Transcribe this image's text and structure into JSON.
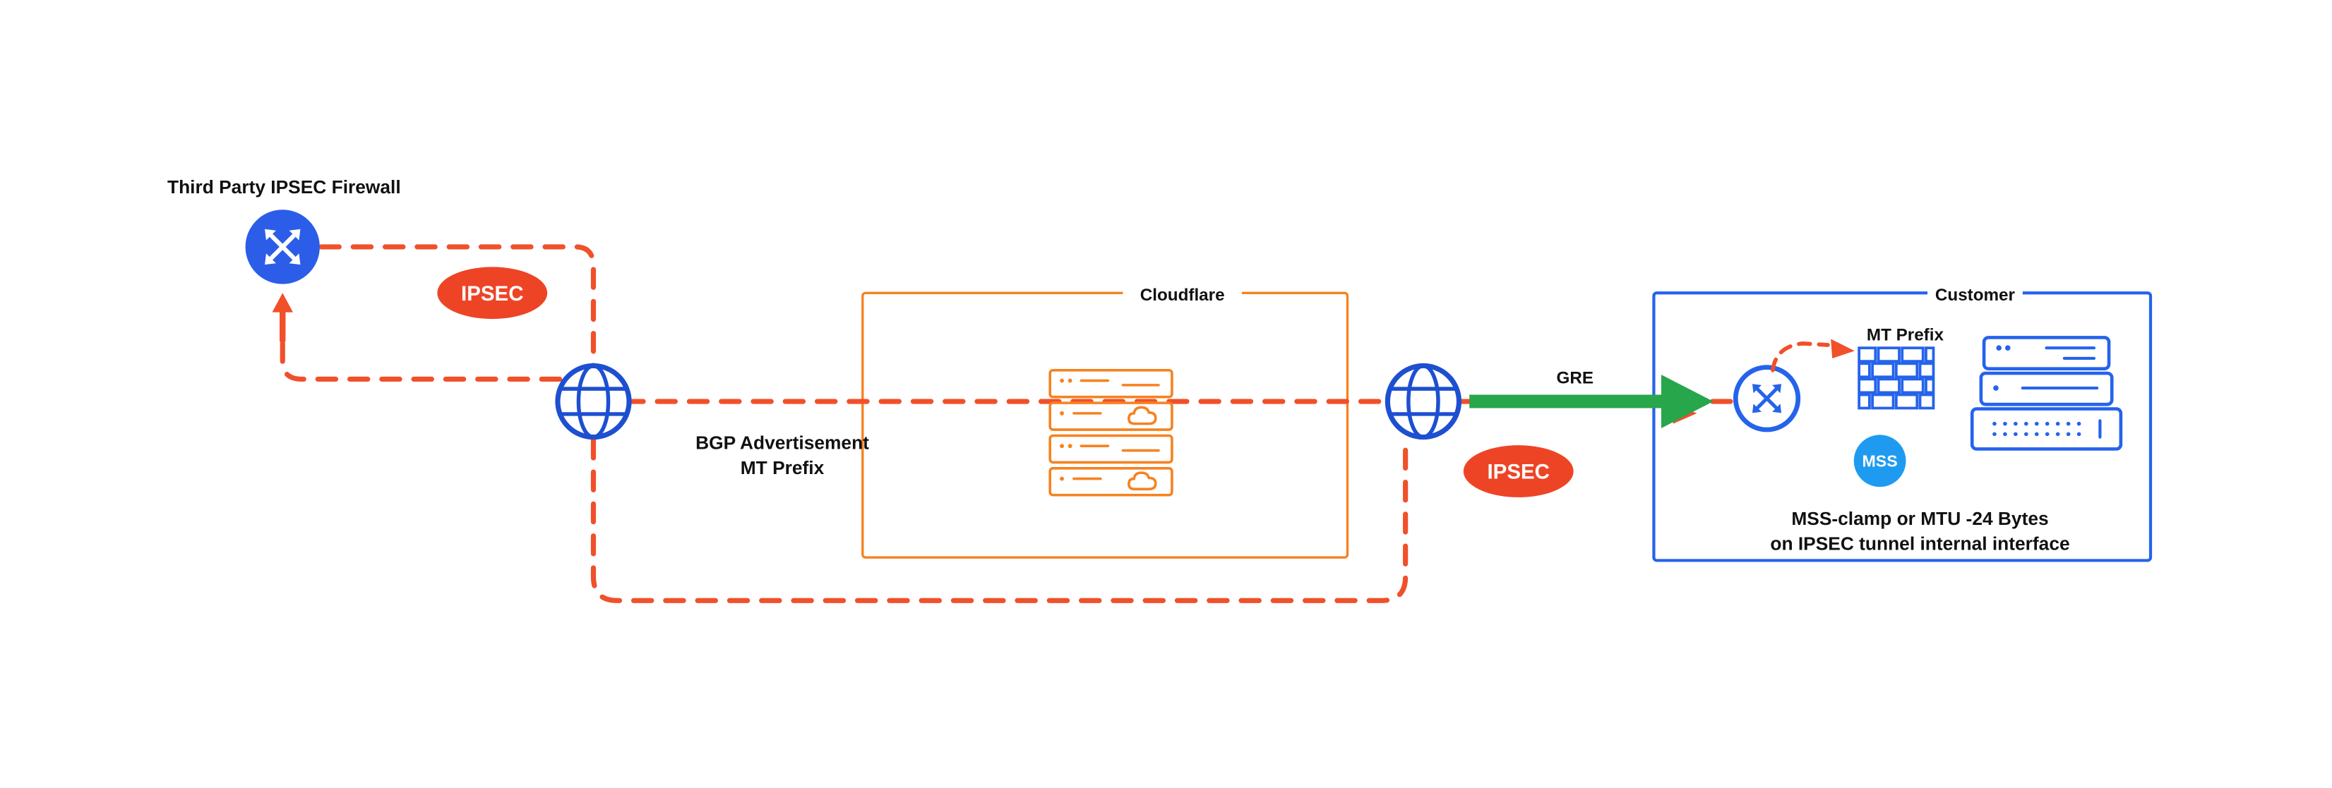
{
  "labels": {
    "third_party_firewall": "Third Party IPSEC Firewall",
    "ipsec_left": "IPSEC",
    "bgp_advertisement_line1": "BGP Advertisement",
    "bgp_advertisement_line2": "MT Prefix",
    "cloudflare": "Cloudflare",
    "gre": "GRE",
    "ipsec_right": "IPSEC",
    "customer": "Customer",
    "mt_prefix": "MT Prefix",
    "mss": "MSS",
    "note_line1": "MSS-clamp or MTU -24 Bytes",
    "note_line2": "on IPSEC tunnel internal interface"
  },
  "colors": {
    "red-orange": "#f0502a",
    "badge-red": "#ee4426",
    "cf-orange": "#f6821f",
    "router-blue": "#2b5de8",
    "globe-blue": "#1d4fd1",
    "customer-blue": "#2563eb",
    "mss-blue": "#1e9bf0",
    "green": "#27a64b",
    "text": "#111111"
  },
  "icons": {
    "router-icon": "blue-circle-crossed-arrows",
    "customer-router-icon": "outlined-circle-crossed-arrows",
    "globe-icon": "internet-globe-outline",
    "cloudflare-servers-icon": "four-stacked-servers-with-clouds",
    "customer-servers-icon": "three-stacked-servers",
    "firewall-icon": "brick-wall",
    "mss-badge": "blue-filled-circle",
    "gre-arrow-icon": "thick-green-right-arrow",
    "up-arrow-icon": "orange-up-arrow"
  }
}
